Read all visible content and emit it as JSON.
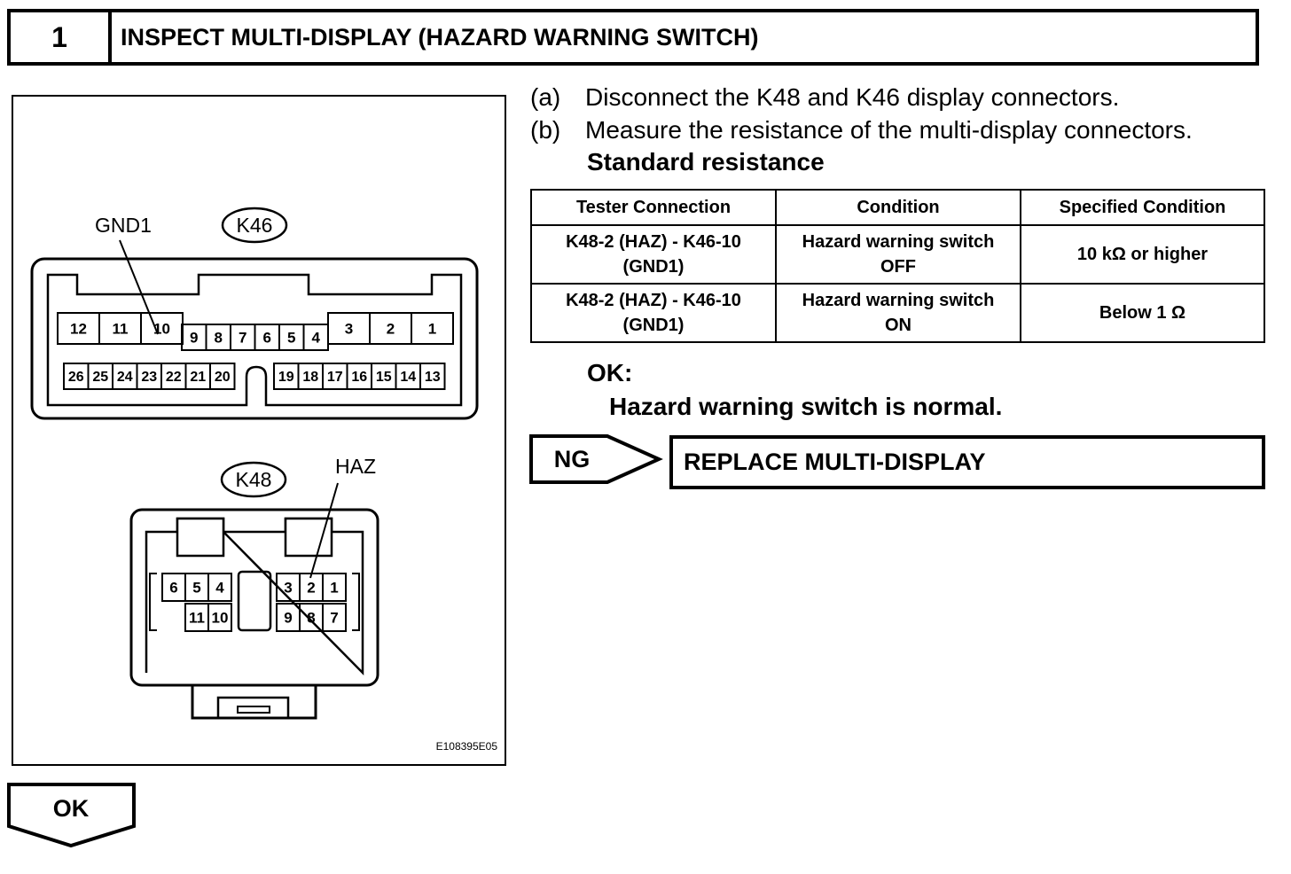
{
  "header": {
    "step_number": "1",
    "title": "INSPECT MULTI-DISPLAY (HAZARD WARNING SWITCH)"
  },
  "diagram": {
    "k46_label": "K46",
    "gnd1_label": "GND1",
    "k48_label": "K48",
    "haz_label": "HAZ",
    "figure_code": "E108395E05",
    "k46_top_left": [
      "12",
      "11",
      "10"
    ],
    "k46_top_mid": [
      "9",
      "8",
      "7",
      "6",
      "5",
      "4"
    ],
    "k46_top_right": [
      "3",
      "2",
      "1"
    ],
    "k46_bot_left": [
      "26",
      "25",
      "24",
      "23",
      "22",
      "21",
      "20"
    ],
    "k46_bot_right": [
      "19",
      "18",
      "17",
      "16",
      "15",
      "14",
      "13"
    ],
    "k48_left_top": [
      "6",
      "5",
      "4"
    ],
    "k48_left_bot": [
      "11",
      "10"
    ],
    "k48_right_top": [
      "3",
      "2",
      "1"
    ],
    "k48_right_bot": [
      "9",
      "8",
      "7"
    ]
  },
  "steps": [
    {
      "label": "(a)",
      "text": "Disconnect the K48 and K46 display connectors."
    },
    {
      "label": "(b)",
      "text": "Measure the resistance of the multi-display connectors."
    }
  ],
  "standard_label": "Standard resistance",
  "table": {
    "headers": [
      "Tester Connection",
      "Condition",
      "Specified Condition"
    ],
    "rows": [
      {
        "conn_1": "K48-2 (HAZ) - K46-10",
        "conn_2": "(GND1)",
        "cond_1": "Hazard warning switch",
        "cond_2": "OFF",
        "spec": "10 kΩ or higher"
      },
      {
        "conn_1": "K48-2 (HAZ) - K46-10",
        "conn_2": "(GND1)",
        "cond_1": "Hazard warning switch",
        "cond_2": "ON",
        "spec": "Below 1 Ω"
      }
    ]
  },
  "ok_result": {
    "label": "OK:",
    "text": "Hazard warning switch is normal."
  },
  "ng": {
    "label": "NG",
    "action": "REPLACE MULTI-DISPLAY"
  },
  "ok_button": {
    "label": "OK"
  }
}
